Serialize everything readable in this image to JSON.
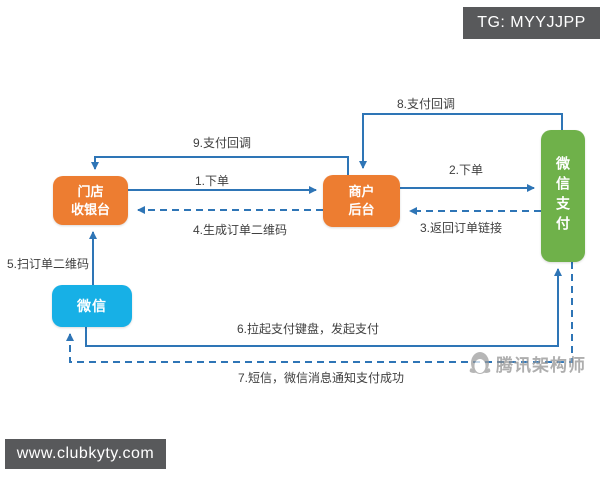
{
  "badges": {
    "top_right": "TG: MYYJJPP",
    "bottom_left": "www.clubkyty.com"
  },
  "watermark": {
    "text": "腾讯架构师",
    "logo": "penguin-logo"
  },
  "nodes": {
    "store_cashier": {
      "line1": "门店",
      "line2": "收银台",
      "color": "#ED7D31"
    },
    "merchant_backend": {
      "line1": "商户",
      "line2": "后台",
      "color": "#ED7D31"
    },
    "wechat_pay": {
      "label": "微信支付",
      "color": "#6FB14A"
    },
    "wechat": {
      "label": "微信",
      "color": "#17B0E6"
    }
  },
  "edges": [
    {
      "id": "1",
      "label": "1.下单",
      "from": "store_cashier",
      "to": "merchant_backend",
      "style": "solid"
    },
    {
      "id": "2",
      "label": "2.下单",
      "from": "merchant_backend",
      "to": "wechat_pay",
      "style": "solid"
    },
    {
      "id": "3",
      "label": "3.返回订单链接",
      "from": "wechat_pay",
      "to": "merchant_backend",
      "style": "dashed"
    },
    {
      "id": "4",
      "label": "4.生成订单二维码",
      "from": "merchant_backend",
      "to": "store_cashier",
      "style": "dashed"
    },
    {
      "id": "5",
      "label": "5.扫订单二维码",
      "from": "wechat",
      "to": "store_cashier",
      "style": "solid"
    },
    {
      "id": "6",
      "label": "6.拉起支付键盘，发起支付",
      "from": "wechat",
      "to": "wechat_pay",
      "style": "solid"
    },
    {
      "id": "7",
      "label": "7.短信，微信消息通知支付成功",
      "from": "wechat_pay",
      "to": "wechat",
      "style": "dashed"
    },
    {
      "id": "8",
      "label": "8.支付回调",
      "from": "wechat_pay",
      "to": "merchant_backend",
      "style": "solid"
    },
    {
      "id": "9",
      "label": "9.支付回调",
      "from": "merchant_backend",
      "to": "store_cashier",
      "style": "solid"
    }
  ],
  "colors": {
    "arrow": "#2E75B6",
    "node_orange": "#ED7D31",
    "node_green": "#6FB14A",
    "node_blue": "#17B0E6",
    "badge_bg": "#58595B",
    "label_text": "#3F3F3F"
  }
}
